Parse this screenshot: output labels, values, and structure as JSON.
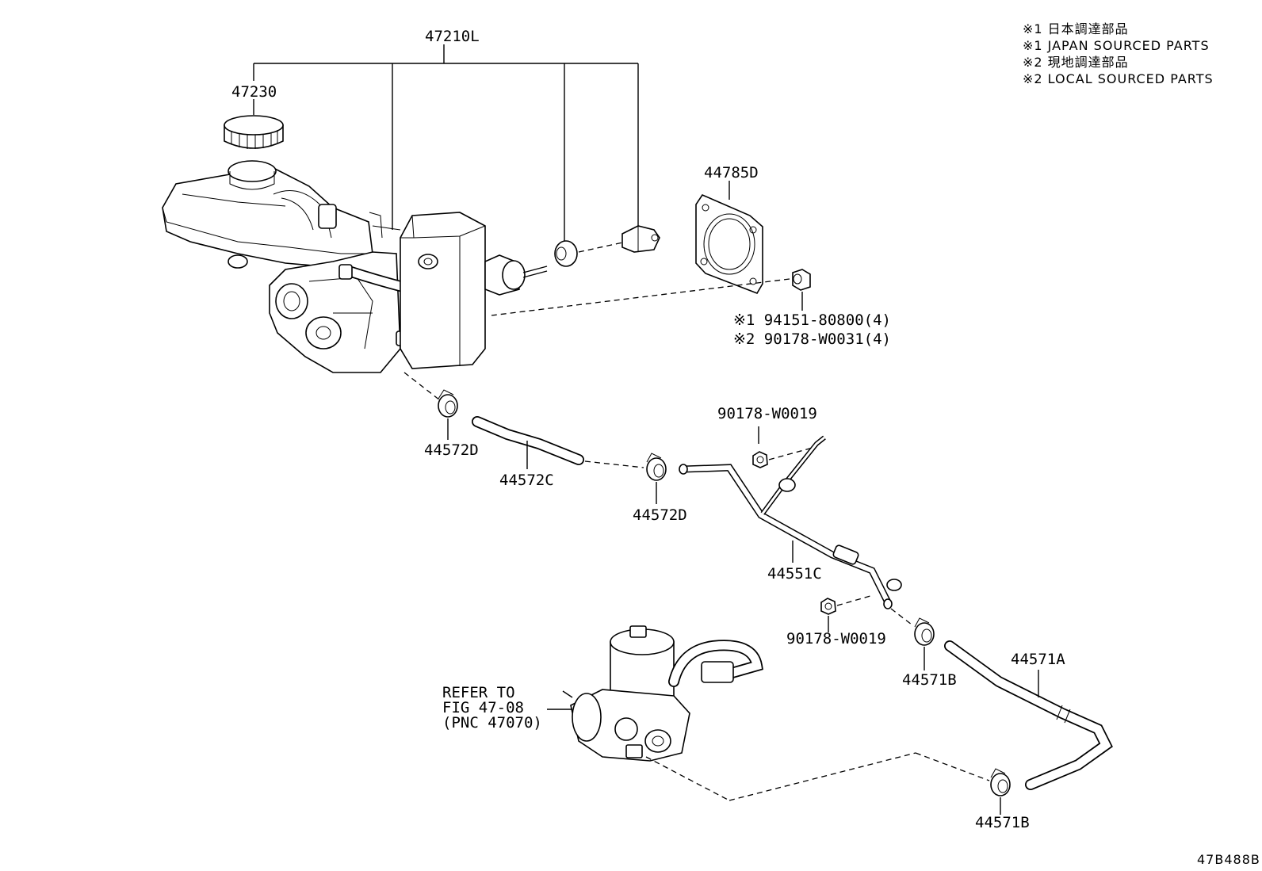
{
  "notes": {
    "n1_jp": "※1 日本調達部品",
    "n1_en": "※1 JAPAN SOURCED PARTS",
    "n2_jp": "※2 現地調達部品",
    "n2_en": "※2 LOCAL SOURCED PARTS"
  },
  "labels": {
    "master_cylinder_assy": "47210L",
    "reservoir_cap": "47230",
    "gasket": "44785D",
    "nut_jp": "※1 94151-80800(4)",
    "nut_local": "※2 90178-W0031(4)",
    "clamp_upper_left": "44572D",
    "hose_upper": "44572C",
    "clamp_upper_mid": "44572D",
    "nut_bracket_top": "90178-W0019",
    "pipe": "44551C",
    "nut_bracket_bottom": "90178-W0019",
    "clamp_lower_upper": "44571B",
    "hose_lower": "44571A",
    "clamp_lower_bottom": "44571B",
    "refer_line1": "REFER TO",
    "refer_line2": "FIG 47-08",
    "refer_line3": "(PNC 47070)",
    "figure_id": "47B488B"
  },
  "colors": {
    "ink": "#000000",
    "background": "#ffffff"
  }
}
